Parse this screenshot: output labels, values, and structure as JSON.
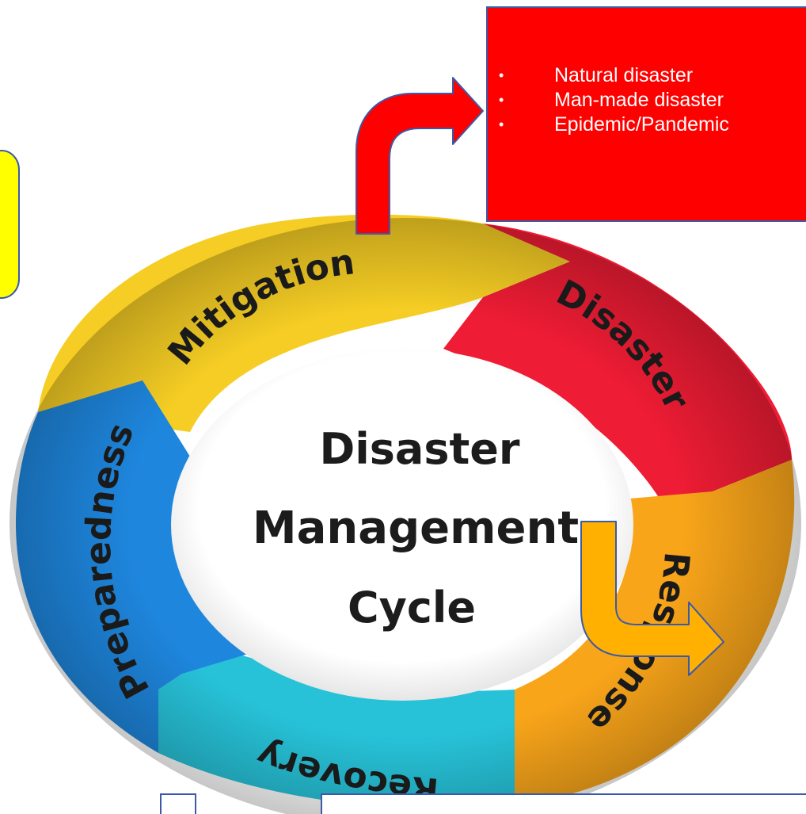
{
  "diagram": {
    "center": {
      "line1": "Disaster",
      "line2": "Management",
      "line3": "Cycle"
    },
    "stages": [
      {
        "label": "Mitigation",
        "color": "#f5cd24"
      },
      {
        "label": "Disaster",
        "color": "#ee1c34"
      },
      {
        "label": "Response",
        "color": "#f9a51a"
      },
      {
        "label": "Recovery",
        "color": "#27c2d8"
      },
      {
        "label": "Preparedness",
        "color": "#1e86dd"
      }
    ],
    "callout": {
      "bullet": "•",
      "items": [
        "Natural disaster",
        "Man-made disaster",
        "Epidemic/Pandemic"
      ],
      "color": "#ff0000"
    },
    "accent_colors": {
      "yellow_box": "#ffff00",
      "orange_arrow": "#ffb000",
      "outline": "#3b5aa8"
    }
  }
}
